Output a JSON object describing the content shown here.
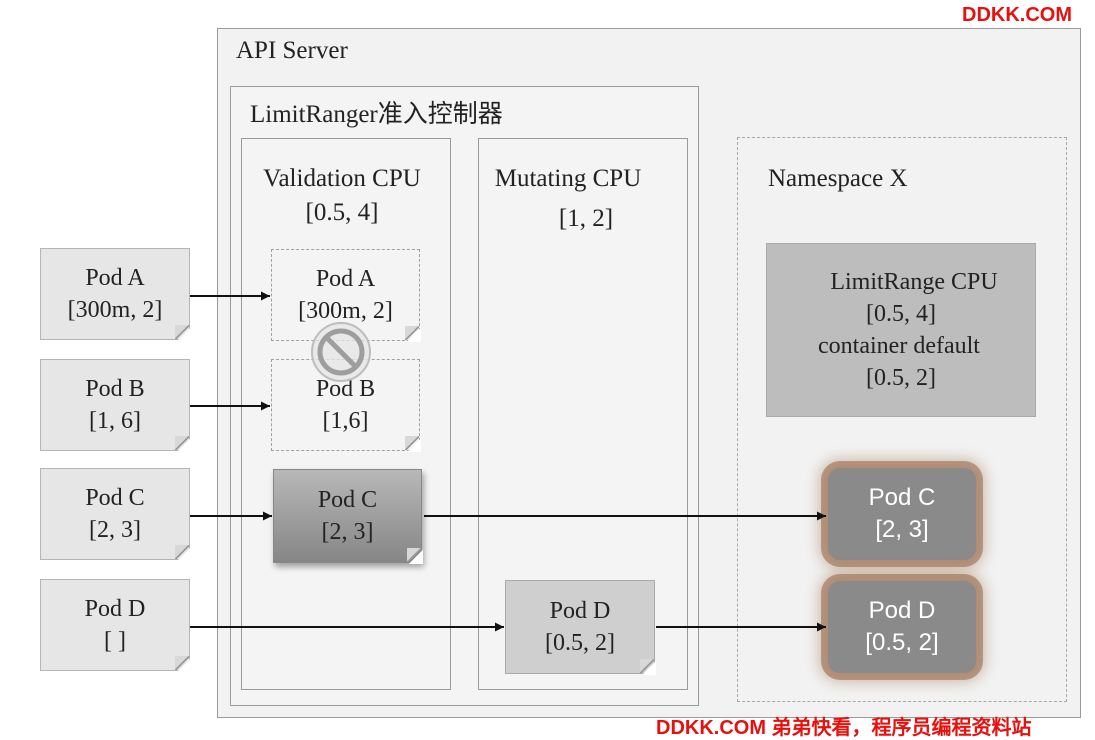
{
  "watermark": {
    "top": "DDKK.COM",
    "bottom": "DDKK.COM 弟弟快看，程序员编程资料站"
  },
  "api_server": {
    "title": "API Server"
  },
  "limit_ranger": {
    "title": "LimitRanger准入控制器"
  },
  "validation": {
    "title": "Validation CPU",
    "range": "[0.5, 4]"
  },
  "mutating": {
    "title": "Mutating CPU",
    "range": "[1, 2]"
  },
  "namespace": {
    "title": "Namespace X",
    "limitrange": {
      "title": "LimitRange CPU",
      "range": "[0.5, 4]",
      "default_label": "container default",
      "default_range": "[0.5, 2]"
    }
  },
  "input_pods": [
    {
      "name": "Pod A",
      "spec": "[300m, 2]"
    },
    {
      "name": "Pod B",
      "spec": "[1, 6]"
    },
    {
      "name": "Pod C",
      "spec": "[2, 3]"
    },
    {
      "name": "Pod D",
      "spec": "[ ]"
    }
  ],
  "validation_pods": [
    {
      "name": "Pod A",
      "spec": "[300m, 2]",
      "state": "rejected"
    },
    {
      "name": "Pod B",
      "spec": "[1,6]",
      "state": "rejected"
    },
    {
      "name": "Pod C",
      "spec": "[2, 3]",
      "state": "passed"
    }
  ],
  "mutating_pods": [
    {
      "name": "Pod D",
      "spec": "[0.5, 2]"
    }
  ],
  "namespace_pods": [
    {
      "name": "Pod C",
      "spec": "[2, 3]"
    },
    {
      "name": "Pod D",
      "spec": "[0.5, 2]"
    }
  ],
  "icons": {
    "reject": "prohibited-icon"
  },
  "colors": {
    "api_server_bg": "#f2f2f2",
    "pod_card_bg": "#e6e6e6",
    "limitrange_bg": "#bdbdbd",
    "namespace_pod_bg": "#8a8a8a",
    "namespace_pod_glow": "#a0734f",
    "watermark": "#e8100d"
  }
}
